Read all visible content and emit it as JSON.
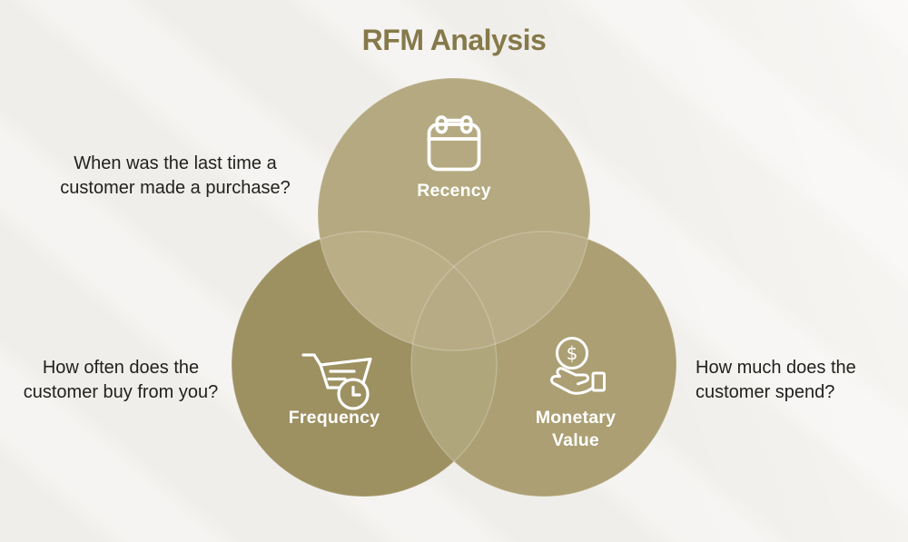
{
  "title": "RFM Analysis",
  "colors": {
    "background": "#f0eeea",
    "title_text": "#86794a",
    "body_text": "#22211d",
    "label_text": "#ffffff",
    "icon_stroke": "#ffffff",
    "recency_circle": "#b4a980",
    "frequency_circle": "#9d9061",
    "monetary_circle": "#ab9f73",
    "overlap_recency_frequency": "#b9ae86",
    "overlap_recency_monetary": "#b8ad87",
    "overlap_frequency_monetary": "#b0a67c",
    "overlap_center": "#b6ab84"
  },
  "venn": {
    "recency": {
      "label": "Recency",
      "icon": "calendar-icon"
    },
    "frequency": {
      "label": "Frequency",
      "icon": "shopping-cart-clock-icon"
    },
    "monetary": {
      "label_lines": [
        "Monetary",
        "Value"
      ],
      "icon": "coin-in-hand-icon"
    },
    "dollar_glyph": "$"
  },
  "annotations": {
    "recency_question": {
      "lines": [
        "When was the last time a",
        "customer made a purchase?"
      ]
    },
    "frequency_question": {
      "lines": [
        "How often does the",
        "customer buy from you?"
      ]
    },
    "monetary_question": {
      "lines": [
        "How much does the",
        "customer spend?"
      ]
    }
  }
}
